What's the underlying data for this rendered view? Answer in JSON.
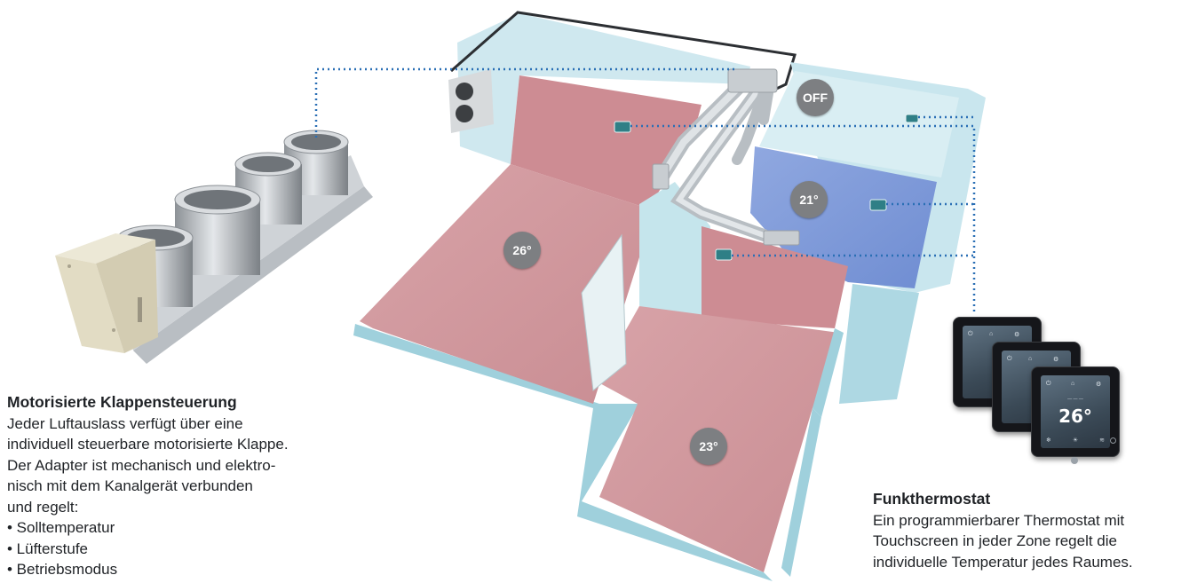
{
  "zones": {
    "badge_1": "OFF",
    "badge_2": "21°",
    "badge_3": "26°",
    "badge_4": "23°"
  },
  "left_text": {
    "heading": "Motorisierte Klappensteuerung",
    "lines": [
      "Jeder Luftauslass verfügt über eine",
      "individuell steuerbare motorisierte Klappe.",
      "Der Adapter ist mechanisch und elektro-",
      "nisch mit dem Kanalgerät verbunden",
      "und regelt:",
      "• Solltemperatur",
      "• Lüfterstufe",
      "• Betriebsmodus"
    ]
  },
  "right_text": {
    "heading": "Funkthermostat",
    "lines": [
      "Ein programmierbarer Thermostat mit",
      "Touchscreen in jeder Zone regelt die",
      "individuelle Temperatur jedes Raumes."
    ]
  },
  "thermostat": {
    "temperature": "26°"
  },
  "colors": {
    "warm_zone": "#d69aa0",
    "cool_zone": "#7e9ad9",
    "wall": "#bfe2ea",
    "badge": "#7d7f82",
    "connector_line": "#2a6fb5"
  }
}
